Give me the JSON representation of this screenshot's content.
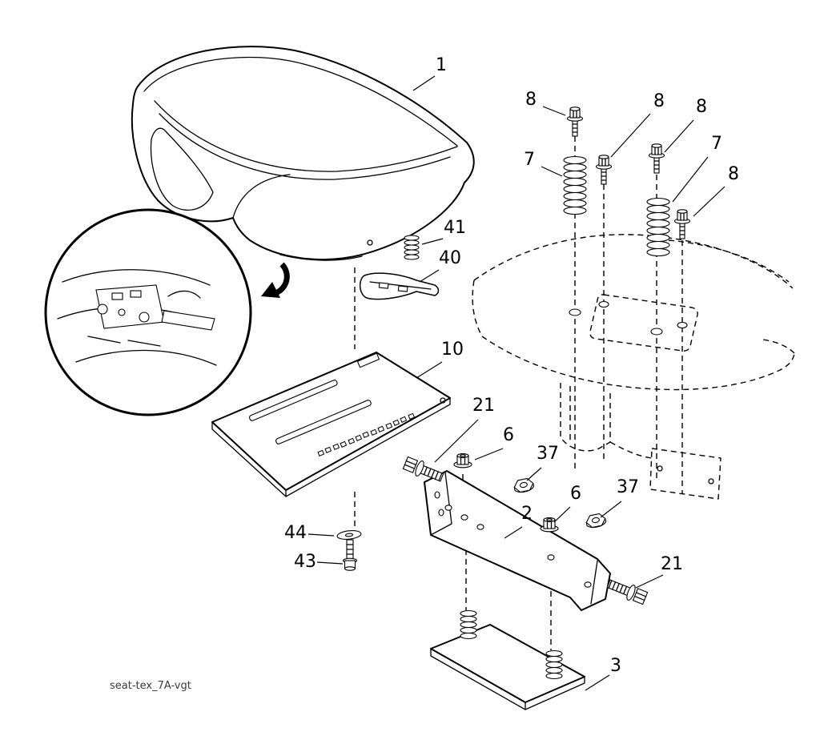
{
  "page": {
    "background": "#ffffff",
    "line_color": "#000000"
  },
  "diagram": {
    "caption": "seat-tex_7A-vgt",
    "callouts": [
      {
        "id": "seat",
        "text": "1"
      },
      {
        "id": "bolt-a",
        "text": "8"
      },
      {
        "id": "bolt-b",
        "text": "8"
      },
      {
        "id": "bolt-c",
        "text": "8"
      },
      {
        "id": "spring-left",
        "text": "7"
      },
      {
        "id": "spring-right",
        "text": "7"
      },
      {
        "id": "bolt-d",
        "text": "8"
      },
      {
        "id": "small-spring",
        "text": "41"
      },
      {
        "id": "clip",
        "text": "40"
      },
      {
        "id": "seat-pan",
        "text": "10"
      },
      {
        "id": "bolt-left",
        "text": "21"
      },
      {
        "id": "nut-left",
        "text": "6"
      },
      {
        "id": "flange-nut-left",
        "text": "37"
      },
      {
        "id": "nut-right",
        "text": "6"
      },
      {
        "id": "flange-nut-right",
        "text": "37"
      },
      {
        "id": "bracket",
        "text": "2"
      },
      {
        "id": "bolt-right",
        "text": "21"
      },
      {
        "id": "washer",
        "text": "44"
      },
      {
        "id": "shoulder-bolt",
        "text": "43"
      },
      {
        "id": "plate",
        "text": "3"
      }
    ]
  }
}
